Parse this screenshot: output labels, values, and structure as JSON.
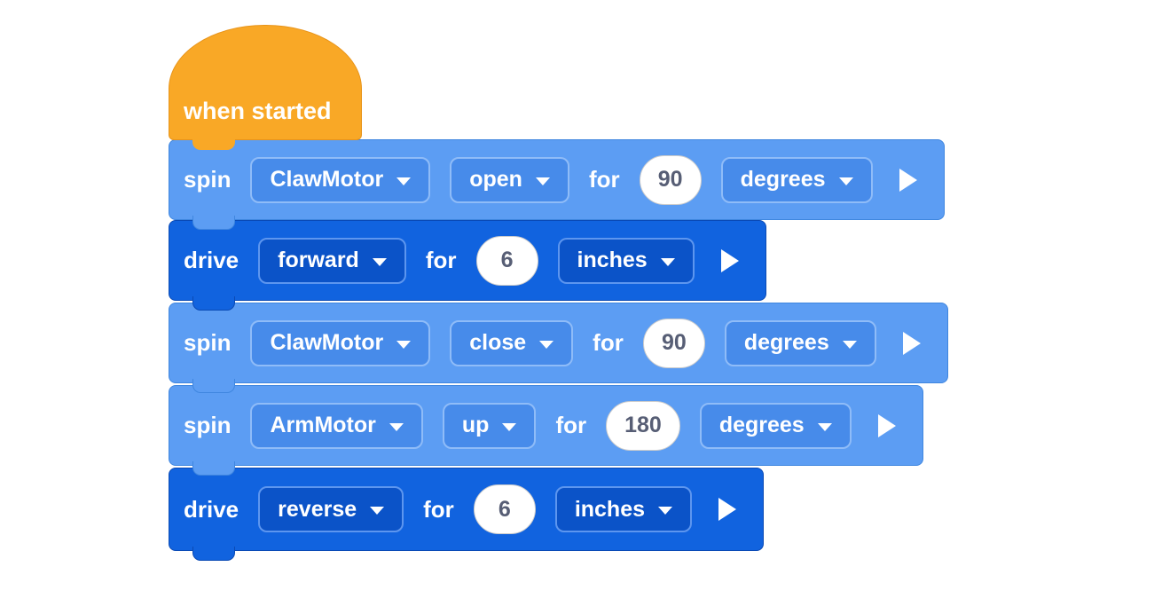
{
  "colors": {
    "canvas_bg": "#FFFFFF",
    "hat_fill": "#F9A826",
    "hat_stroke": "#E8941A",
    "spin_fill": "#5C9DF3",
    "spin_stroke": "#3F86DF",
    "spin_input_fill": "#478BEA",
    "spin_input_stroke": "#8FBCF8",
    "drive_fill": "#1163DF",
    "drive_stroke": "#0A4AB5",
    "drive_input_fill": "#0B53C8",
    "drive_input_stroke": "#5D96EF",
    "number_fill": "#FFFFFF",
    "number_stroke": "#CCCCCC",
    "number_text": "#575E75",
    "block_text": "#FFFFFF"
  },
  "blocks": [
    {
      "kind": "hat",
      "label": "when started"
    },
    {
      "kind": "spin",
      "verb": "spin",
      "motor": "ClawMotor",
      "direction": "open",
      "for_label": "for",
      "value": "90",
      "unit": "degrees"
    },
    {
      "kind": "drive",
      "verb": "drive",
      "direction": "forward",
      "for_label": "for",
      "value": "6",
      "unit": "inches"
    },
    {
      "kind": "spin",
      "verb": "spin",
      "motor": "ClawMotor",
      "direction": "close",
      "for_label": "for",
      "value": "90",
      "unit": "degrees"
    },
    {
      "kind": "spin",
      "verb": "spin",
      "motor": "ArmMotor",
      "direction": "up",
      "for_label": "for",
      "value": "180",
      "unit": "degrees"
    },
    {
      "kind": "drive",
      "verb": "drive",
      "direction": "reverse",
      "for_label": "for",
      "value": "6",
      "unit": "inches"
    }
  ],
  "icons": {
    "dropdown_caret": "chevron-down",
    "expand_arrow": "play-arrow"
  }
}
